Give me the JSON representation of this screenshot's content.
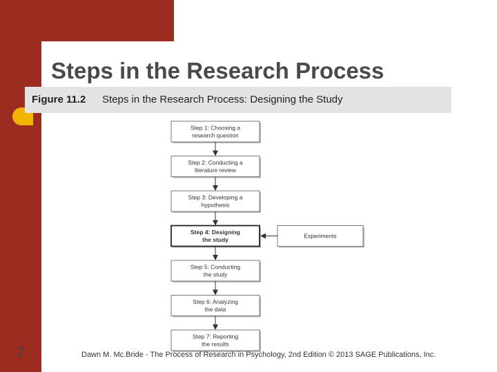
{
  "slide": {
    "title": "Steps in the Research Process",
    "page_number": "2",
    "footer": "Dawn M. Mc.Bride - The Process of Research in Psychology, 2nd Edition © 2013 SAGE Publications, Inc."
  },
  "figure": {
    "label": "Figure 11.2",
    "caption": "Steps in the Research Process: Designing the Study",
    "steps": [
      {
        "lines": [
          "Step 1: Choosing a",
          "research question"
        ],
        "highlighted": false
      },
      {
        "lines": [
          "Step 2: Conducting a",
          "literature review"
        ],
        "highlighted": false
      },
      {
        "lines": [
          "Step 3: Developing a",
          "hypothesis"
        ],
        "highlighted": false
      },
      {
        "lines": [
          "Step 4: Designing",
          "the study"
        ],
        "highlighted": true
      },
      {
        "lines": [
          "Step 5: Conducting",
          "the study"
        ],
        "highlighted": false
      },
      {
        "lines": [
          "Step 6: Analyzing",
          "the data"
        ],
        "highlighted": false
      },
      {
        "lines": [
          "Step 7: Reporting",
          "the results"
        ],
        "highlighted": false
      }
    ],
    "side_node": {
      "lines": [
        "Experiments"
      ]
    }
  },
  "colors": {
    "brand": "#9b2c20",
    "accent": "#f2b400"
  }
}
